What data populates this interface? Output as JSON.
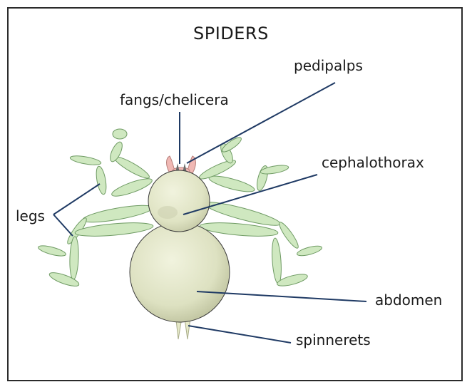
{
  "diagram": {
    "title": "SPIDERS",
    "labels": {
      "pedipalps": "pedipalps",
      "fangs": "fangs/chelicera",
      "cephalothorax": "cephalothorax",
      "legs": "legs",
      "abdomen": "abdomen",
      "spinnerets": "spinnerets"
    }
  },
  "colors": {
    "body_fill": "#e2e6c7",
    "leg_fill": "#cfe8c0",
    "leg_stroke": "#6e9a63",
    "leader_line": "#1f3a64",
    "pedipalp_fill": "#f0b8b4",
    "fang_fill": "#6d6d6d"
  }
}
